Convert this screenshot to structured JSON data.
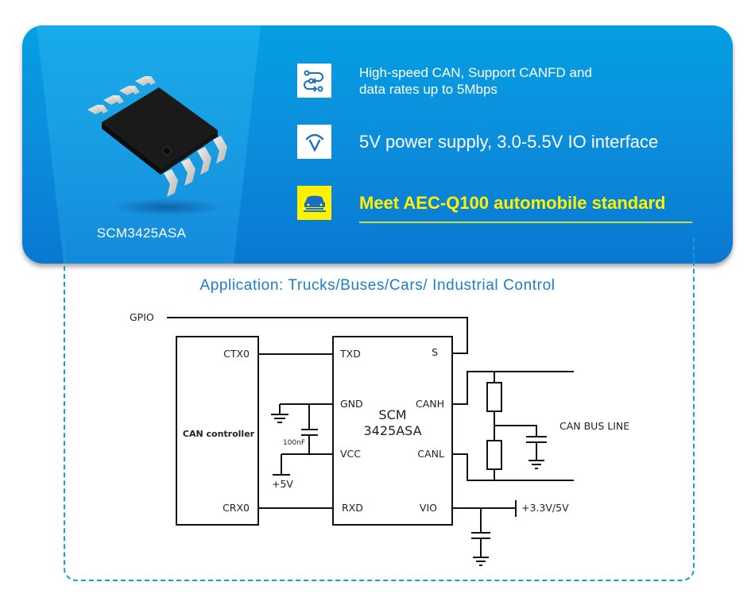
{
  "product": {
    "name": "SCM3425ASA"
  },
  "features": [
    {
      "icon": "data-flow-icon",
      "line1": "High-speed CAN, Support CANFD and",
      "line2": "data rates up to 5Mbps"
    },
    {
      "icon": "voltage-icon",
      "text": "5V power supply, 3.0-5.5V IO interface"
    },
    {
      "icon": "car-icon",
      "text": "Meet AEC-Q100 automobile standard"
    }
  ],
  "colors": {
    "banner_blue": "#0b8fdc",
    "highlight_yellow": "#fff200",
    "title_blue": "#1a7fc9",
    "dash_blue": "#1a9ad8"
  },
  "application": {
    "title": "Application: Trucks/Buses/Cars/ Industrial Control"
  },
  "schematic": {
    "gpio": "GPIO",
    "controller": {
      "label": "CAN controller",
      "pins": {
        "tx": "CTX0",
        "rx": "CRX0"
      }
    },
    "ic": {
      "name_line1": "SCM",
      "name_line2": "3425ASA",
      "pins_left": {
        "txd": "TXD",
        "gnd": "GND",
        "vcc": "VCC",
        "rxd": "RXD"
      },
      "pins_right": {
        "s": "S",
        "canh": "CANH",
        "canl": "CANL",
        "vio": "VIO"
      }
    },
    "decoupling_cap": "100nF",
    "supply_5v": "+5V",
    "supply_io": "+3.3V/5V",
    "bus_label": "CAN BUS LINE"
  }
}
